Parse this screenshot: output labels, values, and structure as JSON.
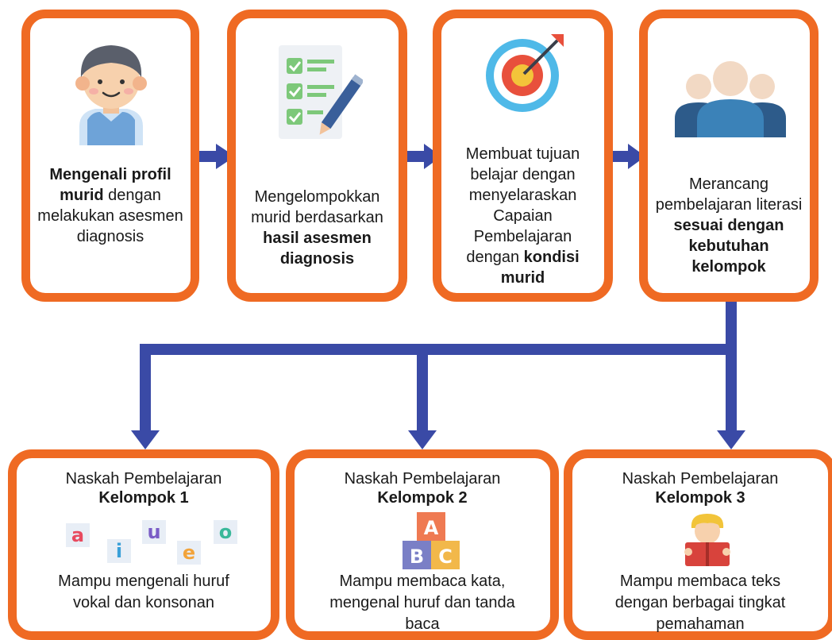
{
  "steps": [
    {
      "pre": "",
      "bold": "Mengenali profil murid",
      "post": " dengan melakukan asesmen diagnosis",
      "icon": "student-avatar-icon"
    },
    {
      "pre": "Mengelompokkan murid berdasarkan ",
      "bold": "hasil asesmen diagnosis",
      "post": "",
      "icon": "checklist-icon"
    },
    {
      "pre": "Membuat tujuan belajar dengan menyelaraskan Capaian Pembelajaran dengan ",
      "bold": "kondisi murid",
      "post": "",
      "icon": "target-icon"
    },
    {
      "pre": "Merancang pembelajaran literasi ",
      "bold": "sesuai dengan kebutuhan kelompok",
      "post": "",
      "icon": "group-people-icon"
    }
  ],
  "groups": [
    {
      "title": "Naskah Pembelajaran",
      "name": "Kelompok 1",
      "desc": "Mampu mengenali huruf vokal dan konsonan",
      "icon": "vowel-letters-icon",
      "letters": [
        "a",
        "i",
        "u",
        "e",
        "o"
      ]
    },
    {
      "title": "Naskah Pembelajaran",
      "name": "Kelompok 2",
      "desc": "Mampu membaca kata, mengenal huruf dan tanda baca",
      "icon": "abc-blocks-icon",
      "letters": [
        "A",
        "B",
        "C"
      ]
    },
    {
      "title": "Naskah Pembelajaran",
      "name": "Kelompok 3",
      "desc": "Mampu membaca teks dengan berbagai tingkat pemahaman",
      "icon": "child-reading-icon"
    }
  ],
  "colors": {
    "box_border": "#ef6a23",
    "arrow": "#3a4aa6"
  }
}
